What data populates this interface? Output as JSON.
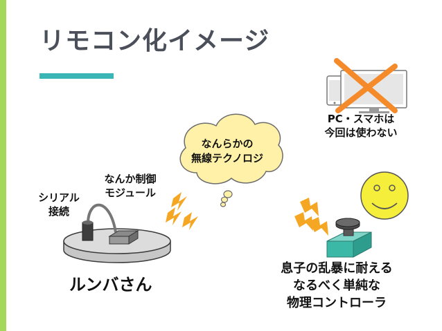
{
  "slide": {
    "title": "リモコン化イメージ"
  },
  "labels": {
    "serial": [
      "シリアル",
      "接続"
    ],
    "module": [
      "なんか制御",
      "モジュール"
    ],
    "roomba": "ルンバさん",
    "cloud": [
      "なんらかの",
      "無線テクノロジ"
    ],
    "pc": [
      "PC・スマホは",
      "今回は使わない"
    ],
    "controller": [
      "息子の乱暴に耐える",
      "なるべく単純な",
      "物理コントローラ"
    ]
  },
  "colors": {
    "accent_bar": "#3bb6b6",
    "side_bar": "#a5d85a",
    "cloud_fill": "#fff2a8",
    "lightning": "#f5a623",
    "cross": "#f58a2a",
    "smiley": "#f5ee3a",
    "controller_base": "#3bb8a6",
    "title_text": "#4a4f5a"
  },
  "icons": [
    "lightning-icon",
    "pc-monitor-icon",
    "smartphone-icon",
    "cross-mark-icon",
    "smiley-face-icon",
    "roomba-robot-icon",
    "controller-button-icon",
    "control-module-icon"
  ]
}
